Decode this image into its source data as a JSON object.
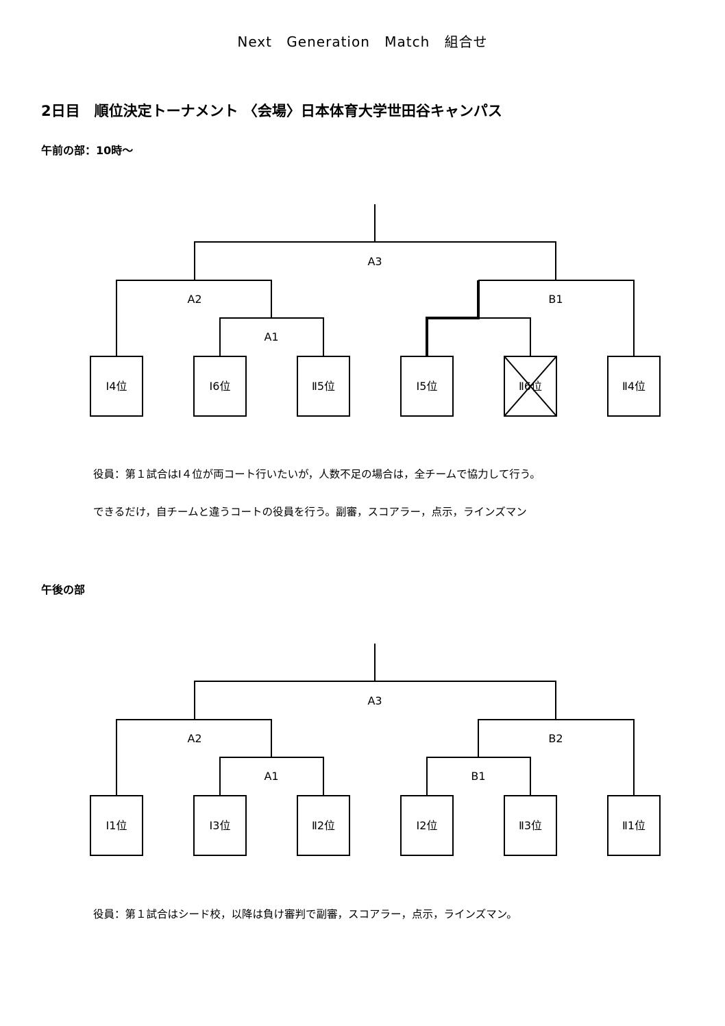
{
  "header": {
    "title": "Next Generation Match 組合せ"
  },
  "heading": "2日目　順位決定トーナメント 〈会場〉日本体育大学世田谷キャンパス",
  "morning": {
    "label": "午前の部：10時～",
    "matches": {
      "m1": "A1",
      "m2": "A2",
      "m3": "A3",
      "m4": "B1"
    },
    "slots": [
      "Ⅰ4位",
      "Ⅰ6位",
      "Ⅱ5位",
      "Ⅰ5位",
      "Ⅱ6位",
      "Ⅱ4位"
    ],
    "crossed_slot": "Ⅱ6位",
    "notes": [
      "役員：第１試合はⅠ４位が両コート行いたいが，人数不足の場合は，全チームで協力して行う。",
      "できるだけ，自チームと違うコートの役員を行う。副審，スコアラー，点示，ラインズマン"
    ]
  },
  "afternoon": {
    "label": "午後の部",
    "matches": {
      "m1": "A1",
      "m2": "A2",
      "m3": "A3",
      "m4": "B1",
      "m5": "B2"
    },
    "slots": [
      "Ⅰ1位",
      "Ⅰ3位",
      "Ⅱ2位",
      "Ⅰ2位",
      "Ⅱ3位",
      "Ⅱ1位"
    ],
    "notes": [
      "役員：第１試合はシード校，以降は負け審判で副審，スコアラー，点示，ラインズマン。"
    ]
  }
}
